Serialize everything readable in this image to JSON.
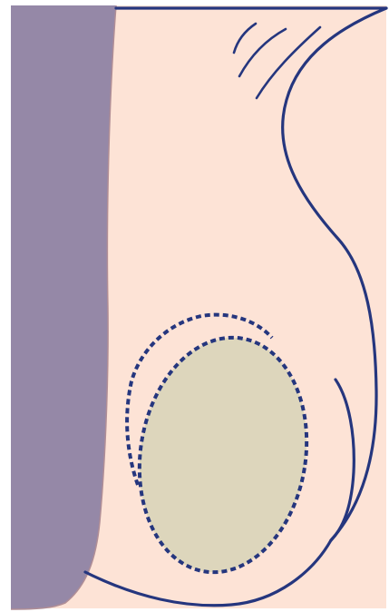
{
  "colors": {
    "background": "#FDE3D6",
    "outline": "#25367E",
    "left_column": "#9588A7",
    "left_column_edge": "#B08E96",
    "inner_mass_fill": "#DDD6BC",
    "page": "#FFFFFF"
  },
  "elements": {
    "background": "skin-tone-background",
    "left_column": "left-vertical-column",
    "right_contour": "right-body-contour",
    "top_edge": "top-edge-line",
    "bottom_contour": "bottom-contour",
    "inner_arc": "lower-right-inner-arc",
    "crease_lines": "upper-crease-lines",
    "outer_dashed_boundary": "outer-dashed-boundary",
    "inner_mass": "inner-oval-mass"
  }
}
